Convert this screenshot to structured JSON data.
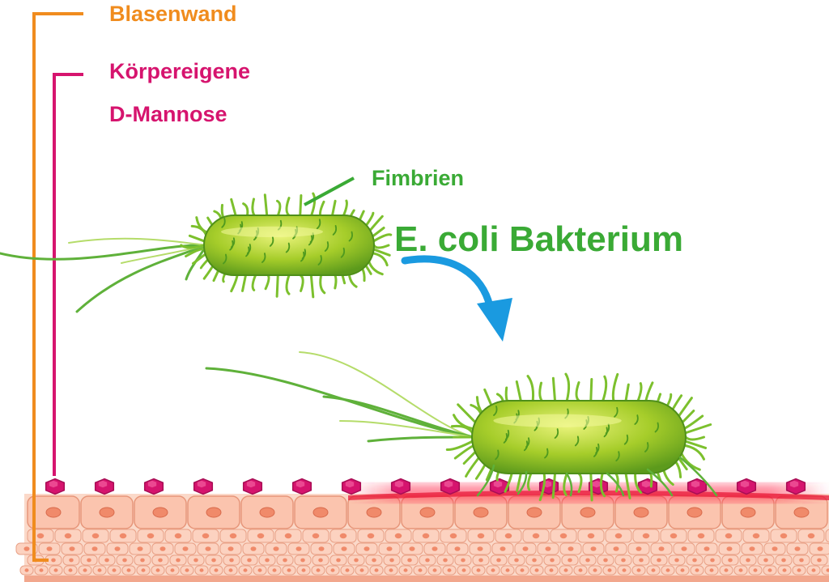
{
  "labels": {
    "bladder_wall": "Blasenwand",
    "mannose_line1": "Körpereigene",
    "mannose_line2": "D-Mannose",
    "fimbriae": "Fimbrien",
    "bacterium": "E. coli Bakterium"
  },
  "colors": {
    "bladder_wall": "#f08c1e",
    "mannose": "#d6146e",
    "bacterium_label": "#3aaa35",
    "bacterium_body": "#a6cd2a",
    "arrow": "#1a9ae0",
    "cell_fill": "#fbc4ae",
    "cell_nucleus": "#f08a6a",
    "inflammation": "#e8193a"
  },
  "icons": [
    "bladder-wall-bracket",
    "mannose-bracket",
    "mannose-molecule-icon",
    "e-coli-bacterium-icon",
    "attached-e-coli-bacterium-icon",
    "movement-arrow-icon"
  ]
}
